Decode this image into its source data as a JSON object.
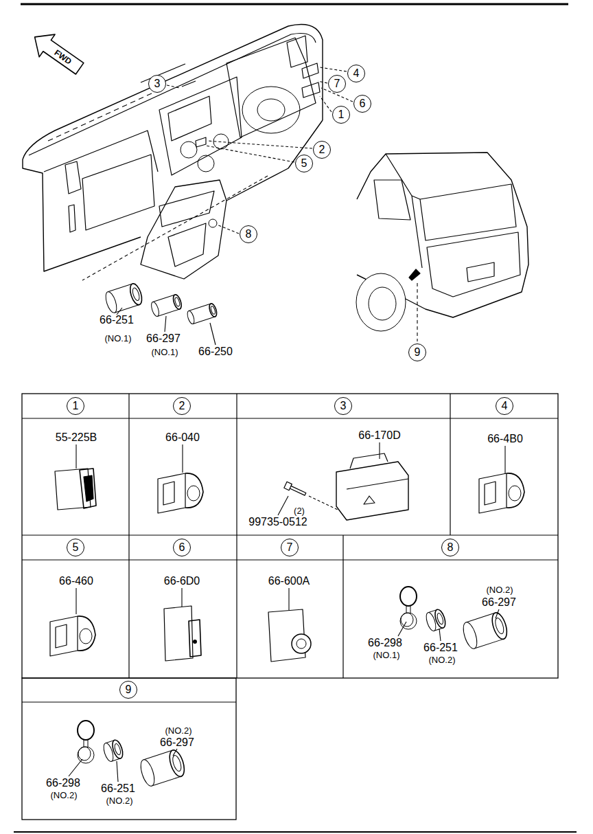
{
  "diagram": {
    "nodes": [
      {
        "text": [
          "4"
        ]
      },
      {
        "text": [
          "3"
        ]
      },
      {
        "text": [
          "7"
        ]
      },
      {
        "text": [
          "6"
        ]
      },
      {
        "text": [
          "1"
        ]
      },
      {
        "text": [
          "2"
        ]
      },
      {
        "text": [
          "5"
        ]
      },
      {
        "text": [
          "8"
        ]
      },
      {
        "text": [
          "9"
        ]
      },
      {
        "text": [
          "1"
        ]
      },
      {
        "text": [
          "2"
        ]
      },
      {
        "text": [
          "3"
        ]
      },
      {
        "text": [
          "4"
        ]
      },
      {
        "text": [
          "5"
        ]
      },
      {
        "text": [
          "6"
        ]
      },
      {
        "text": [
          "7"
        ]
      },
      {
        "text": [
          "8"
        ]
      },
      {
        "text": [
          "9"
        ]
      }
    ],
    "edges": [],
    "labels": [
      "FWD",
      "66-251",
      "(NO.1)",
      "66-297",
      "(NO.1)",
      "66-250",
      "55-225B",
      "66-040",
      "66-170D",
      "(2)",
      "99735-0512",
      "66-4B0",
      "66-460",
      "66-6D0",
      "66-600A",
      "(NO.2)",
      "66-297",
      "66-298",
      "(NO.1)",
      "66-251",
      "(NO.2)",
      "(NO.2)",
      "66-297",
      "66-298",
      "(NO.2)",
      "66-251",
      "(NO.2)"
    ]
  }
}
